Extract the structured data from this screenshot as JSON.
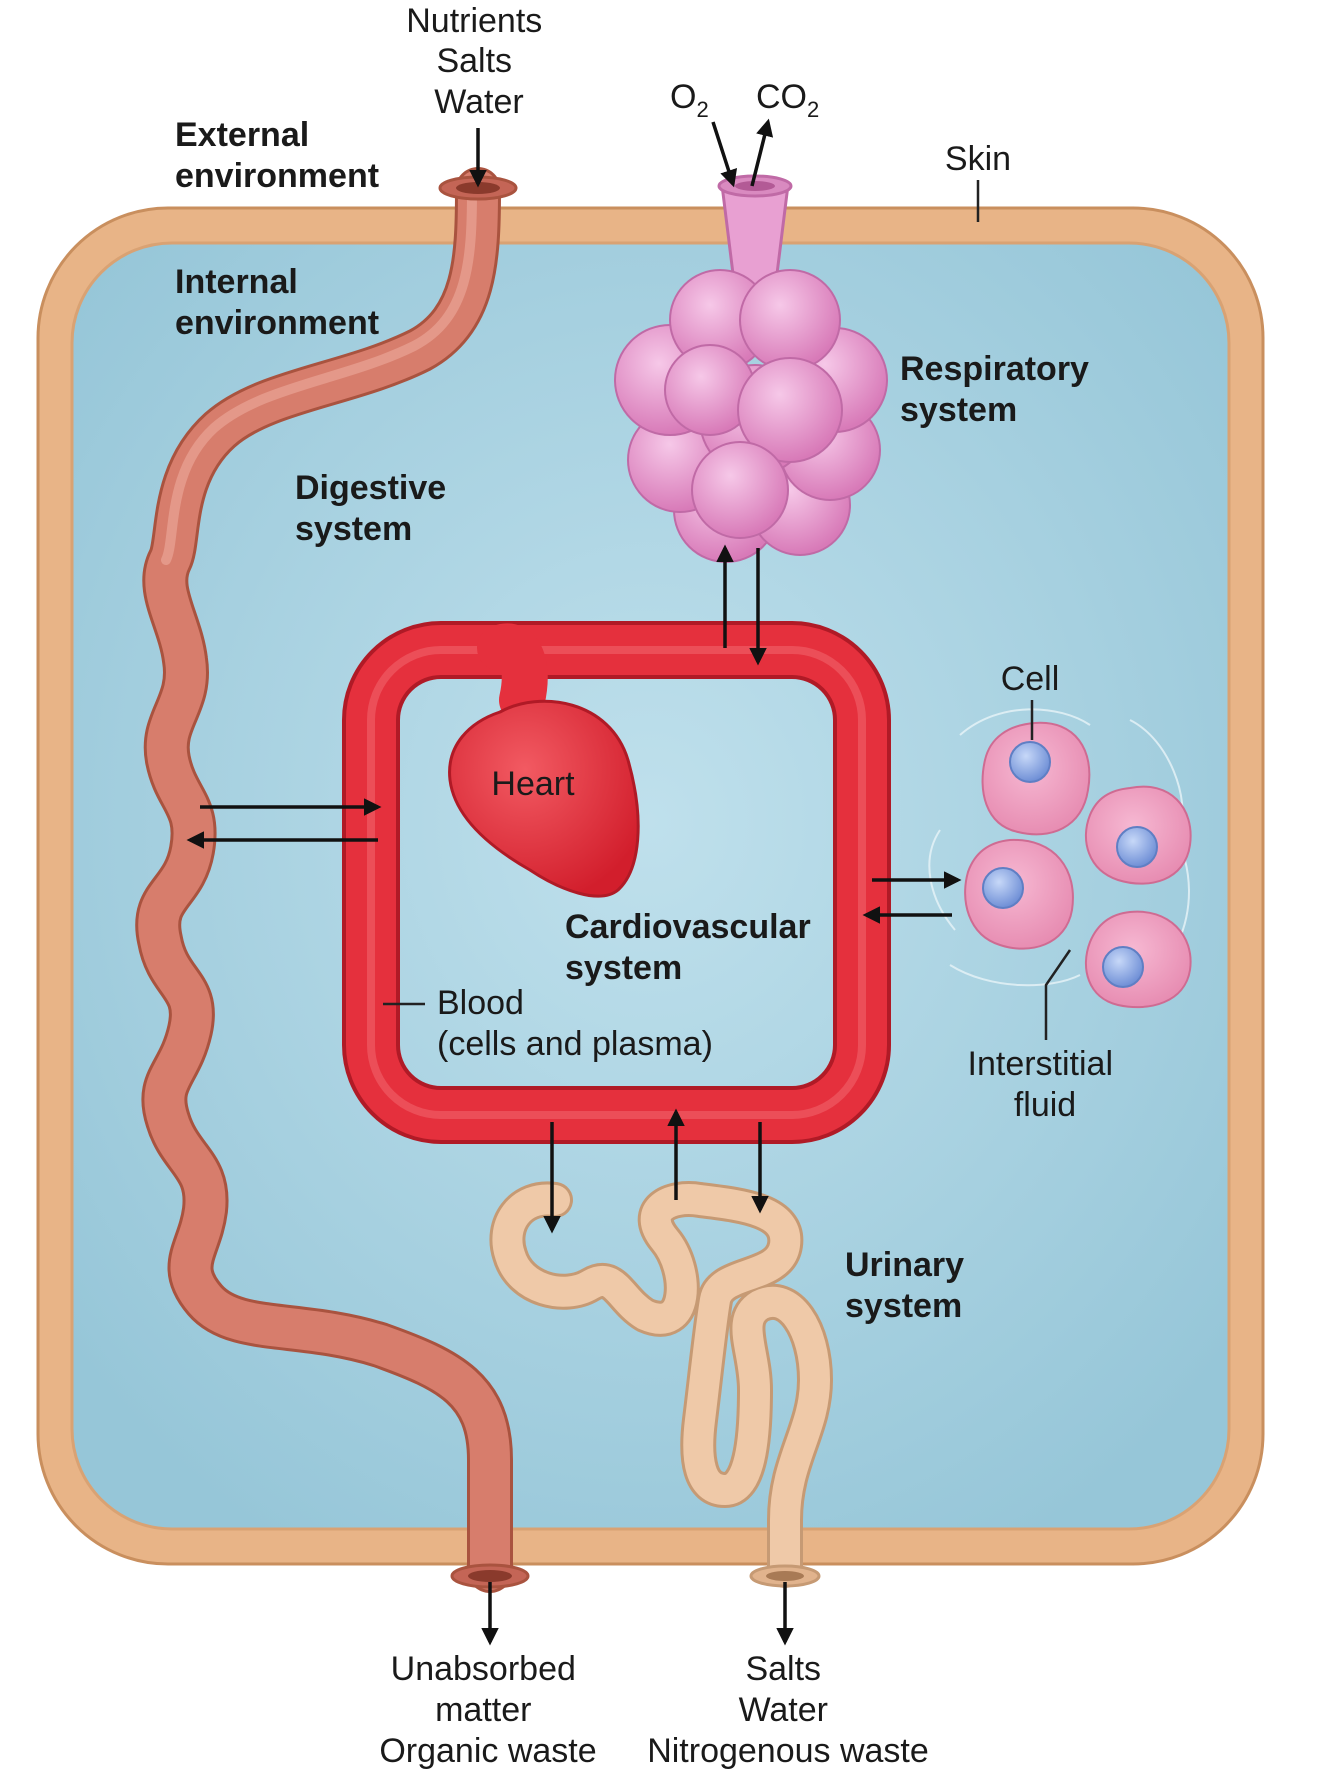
{
  "labels": {
    "inputs_top": [
      "Nutrients",
      "Salts",
      "Water"
    ],
    "o2": "O",
    "o2_sub": "2",
    "co2": "CO",
    "co2_sub": "2",
    "external_environment": [
      "External",
      "environment"
    ],
    "internal_environment": [
      "Internal",
      "environment"
    ],
    "skin": "Skin",
    "respiratory_system": [
      "Respiratory",
      "system"
    ],
    "digestive_system": [
      "Digestive",
      "system"
    ],
    "cell": "Cell",
    "heart": "Heart",
    "cardiovascular_system": [
      "Cardiovascular",
      "system"
    ],
    "blood": [
      "Blood",
      "(cells and plasma)"
    ],
    "interstitial_fluid": [
      "Interstitial",
      "fluid"
    ],
    "urinary_system": [
      "Urinary",
      "system"
    ],
    "outputs_digestive": [
      "Unabsorbed",
      "matter",
      "Organic waste"
    ],
    "outputs_urinary": [
      "Salts",
      "Water",
      "Nitrogenous waste"
    ]
  },
  "colors": {
    "skin": "#e8b487",
    "skin_edge": "#c98f5e",
    "internal_fluid": "#a9d3e2",
    "digestive": "#d77d6c",
    "digestive_edge": "#a9533f",
    "respiratory": "#e8a0d2",
    "respiratory_edge": "#c06aa6",
    "cardiovascular": "#e5303d",
    "cardiovascular_edge": "#b01a26",
    "urinary": "#efc9a8",
    "urinary_edge": "#c69a74",
    "cell": "#ef9fbf",
    "cell_edge": "#cf6b92",
    "nucleus": "#8aa9e6"
  }
}
